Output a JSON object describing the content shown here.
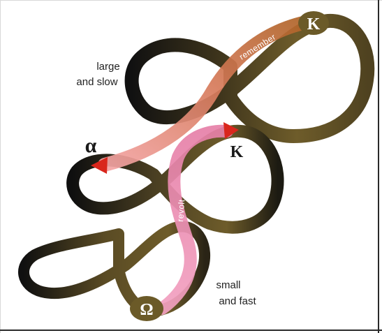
{
  "labels": {
    "large_slow_line1": "large",
    "large_slow_line2": "and slow",
    "small_fast_line1": "small",
    "small_fast_line2": "and fast",
    "remember": "remember",
    "revolt": "revolt"
  },
  "phases": {
    "alpha": "α",
    "k_upper_badge": "K",
    "k_lower": "K",
    "omega_badge": "Ω"
  },
  "colors": {
    "loop_olive": "#6e5c2a",
    "loop_dark": "#1a1a1a",
    "loop_mid": "#4a3f22",
    "badge": "#6b5a28",
    "remember_start": "#f3a4a4",
    "remember_end": "#b86a2c",
    "revolt": "#e98fb0",
    "arrow_red": "#d9261c"
  }
}
